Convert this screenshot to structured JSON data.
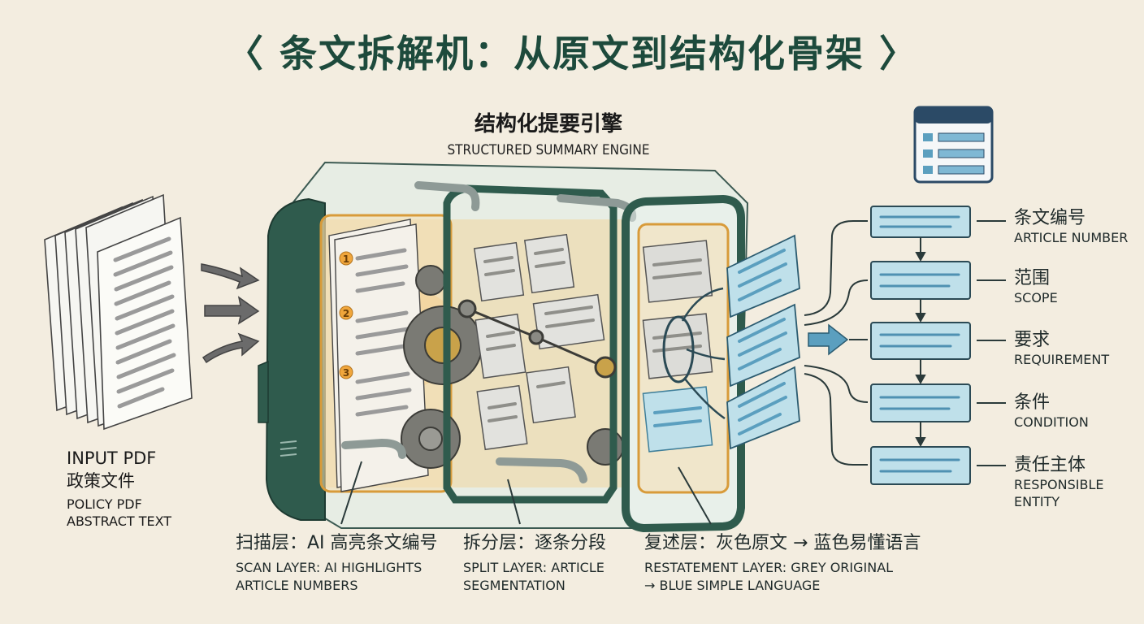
{
  "title": "〈 条文拆解机：从原文到结构化骨架 〉",
  "engine": {
    "title_zh": "结构化提要引擎",
    "title_en": "STRUCTURED SUMMARY ENGINE"
  },
  "input": {
    "line1": "INPUT PDF",
    "line2": "政策文件",
    "line3": "POLICY PDF",
    "line4": "ABSTRACT TEXT"
  },
  "scan_numbers": [
    "1",
    "2",
    "3"
  ],
  "layers": [
    {
      "zh": "扫描层：AI 高亮条文编号",
      "en1": "SCAN LAYER: AI HIGHLIGHTS",
      "en2": "ARTICLE NUMBERS"
    },
    {
      "zh": "拆分层：逐条分段",
      "en1": "SPLIT LAYER: ARTICLE",
      "en2": "SEGMENTATION"
    },
    {
      "zh": "复述层：灰色原文 → 蓝色易懂语言",
      "en1": "RESTATEMENT LAYER: GREY ORIGINAL",
      "en2": "→ BLUE SIMPLE LANGUAGE"
    }
  ],
  "outputs": [
    {
      "zh": "条文编号",
      "en1": "ARTICLE NUMBER",
      "en2": ""
    },
    {
      "zh": "范围",
      "en1": "SCOPE",
      "en2": ""
    },
    {
      "zh": "要求",
      "en1": "REQUIREMENT",
      "en2": ""
    },
    {
      "zh": "条件",
      "en1": "CONDITION",
      "en2": ""
    },
    {
      "zh": "责任主体",
      "en1": "RESPONSIBLE",
      "en2": "ENTITY"
    }
  ],
  "colors": {
    "dark_green": "#2f5b4d",
    "highlight_orange": "#f0a63c",
    "blue_card": "#bfe0ea",
    "blue_line": "#5b9fbf",
    "grey_card": "#d8d8d4"
  },
  "icons": [
    "document-stack-icon",
    "arrow-right-icon",
    "gear-icon",
    "form-list-icon"
  ]
}
